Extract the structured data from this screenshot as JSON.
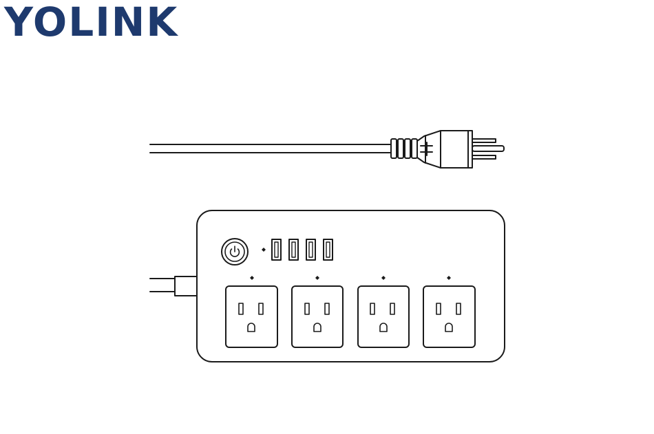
{
  "brand": {
    "logo_text": "YOLINK",
    "color": "#1e3a6e"
  },
  "diagram": {
    "line_color": "#1a1a1a",
    "device": "power-strip",
    "power_button_icon": "power-icon",
    "usb_port_count": 4,
    "outlet_count": 4
  }
}
